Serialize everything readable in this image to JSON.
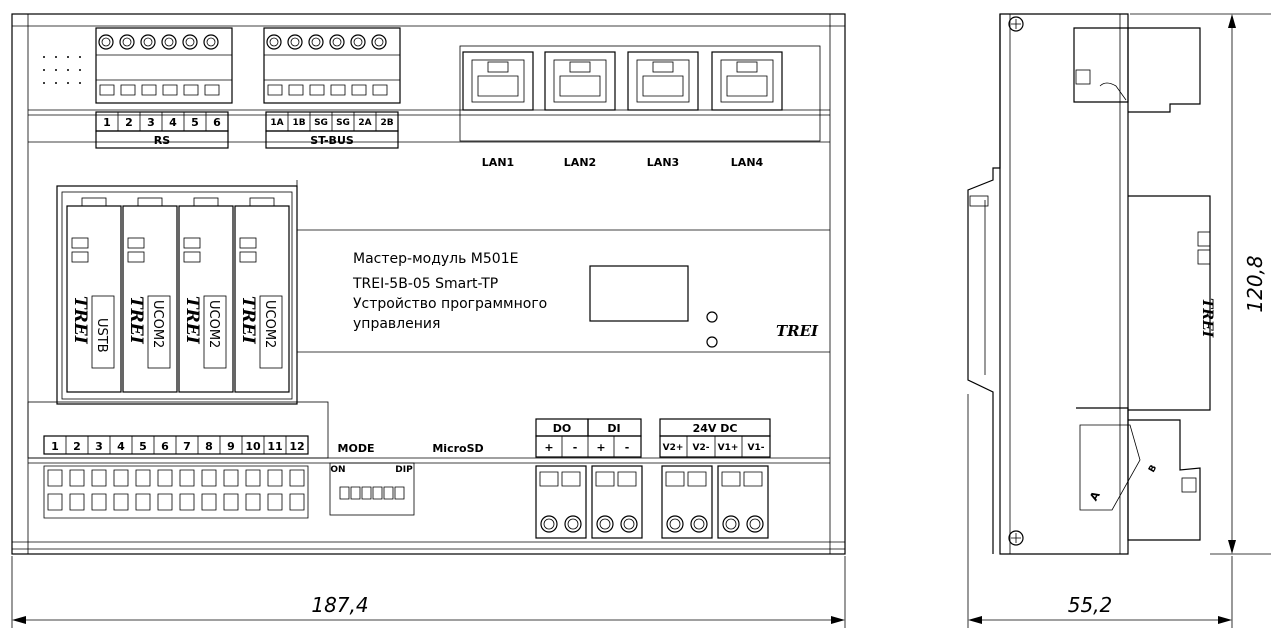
{
  "front": {
    "rs_label": "RS",
    "rs_pins": [
      "1",
      "2",
      "3",
      "4",
      "5",
      "6"
    ],
    "stbus_label": "ST-BUS",
    "stbus_pins": [
      "1A",
      "1B",
      "SG",
      "SG",
      "2A",
      "2B"
    ],
    "lan": [
      "LAN1",
      "LAN2",
      "LAN3",
      "LAN4"
    ],
    "modules": [
      {
        "brand": "TREI",
        "name": "USTB"
      },
      {
        "brand": "TREI",
        "name": "UCOM2"
      },
      {
        "brand": "TREI",
        "name": "UCOM2"
      },
      {
        "brand": "TREI",
        "name": "UCOM2"
      }
    ],
    "title_line1": "Мастер-модуль М501Е",
    "title_line2": "TREI-5B-05 Smart-TP",
    "title_line3": "Устройство программного",
    "title_line4": "управления",
    "panel_brand": "TREI",
    "io_pins": [
      "1",
      "2",
      "3",
      "4",
      "5",
      "6",
      "7",
      "8",
      "9",
      "10",
      "11",
      "12"
    ],
    "mode_label": "MODE",
    "microsd_label": "MicroSD",
    "dip_on": "ON",
    "dip_label": "DIP",
    "do_label": "DO",
    "di_label": "DI",
    "power_label": "24V DC",
    "do_pins": [
      "+",
      "-"
    ],
    "di_pins": [
      "+",
      "-"
    ],
    "power_pins": [
      "V2+",
      "V2-",
      "V1+",
      "V1-"
    ],
    "width_dim": "187,4"
  },
  "side": {
    "brand": "TREI",
    "label_a": "A",
    "label_b": "B",
    "height_dim": "120,8",
    "width_dim": "55,2"
  }
}
